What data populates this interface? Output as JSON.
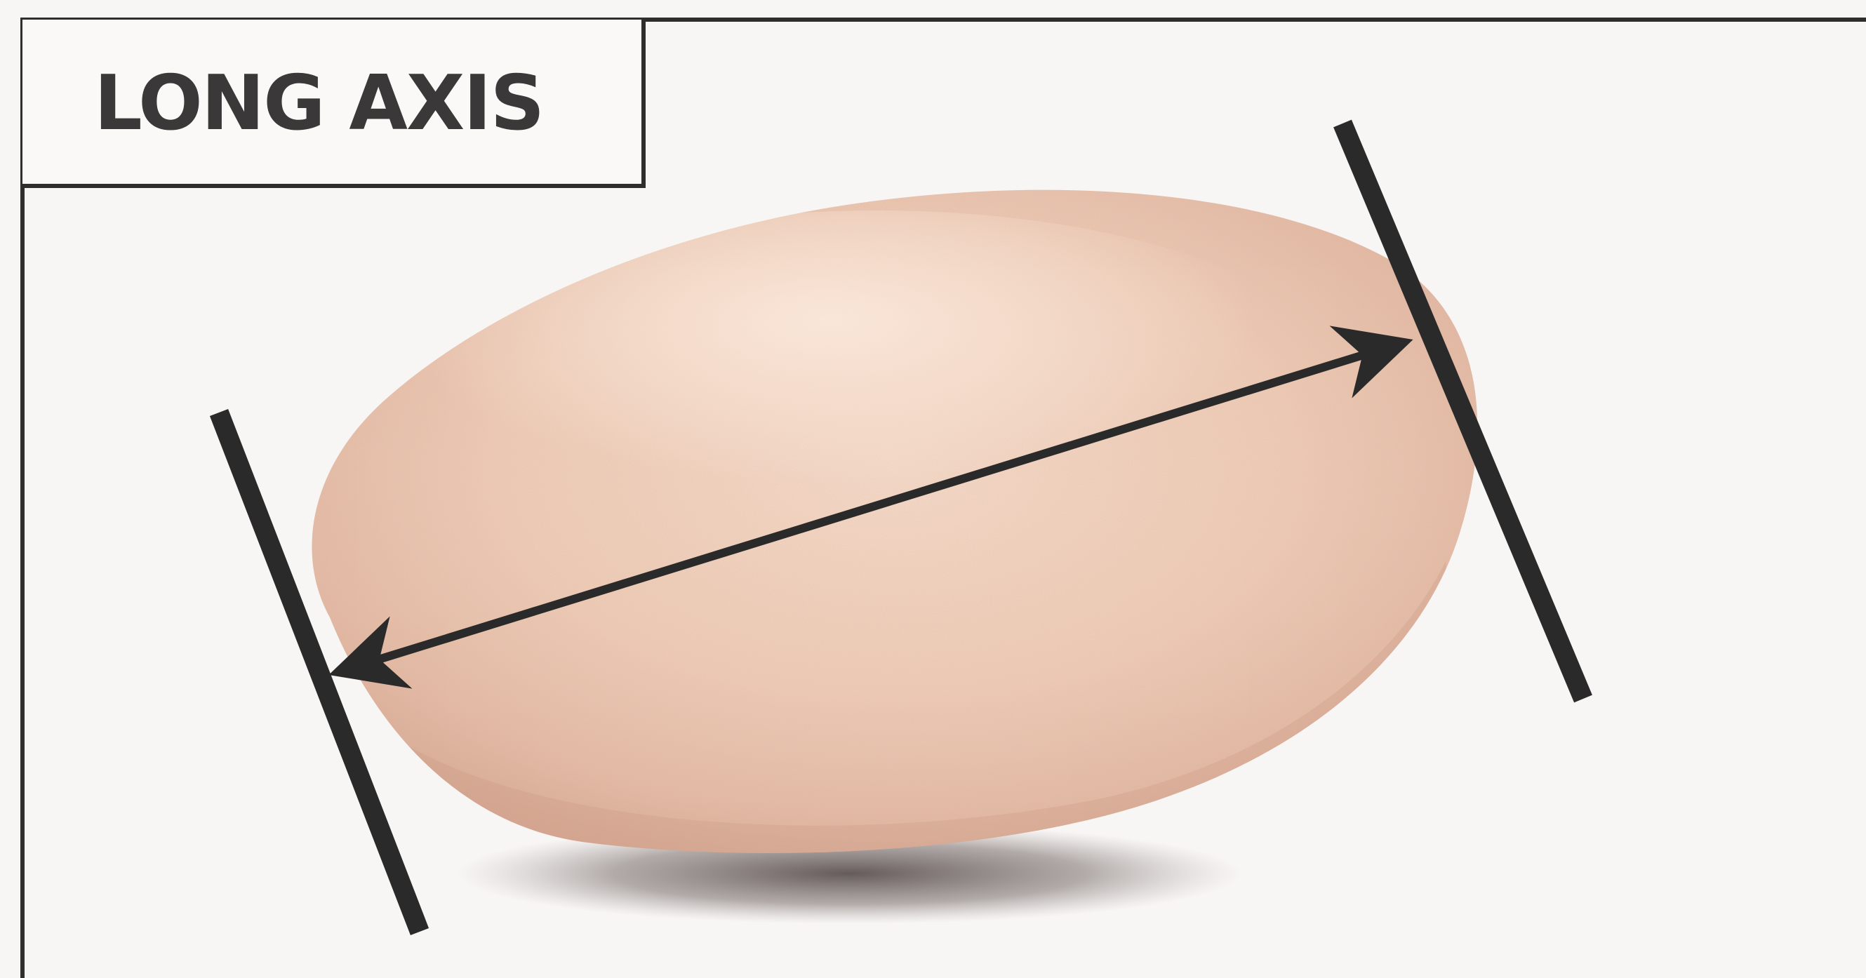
{
  "title": "LONG AXIS",
  "colors": {
    "background": "#f8f6f5",
    "frame": "#2f2d2d",
    "marker": "#2b2a2a",
    "pebble": "#ecc9b4",
    "pebble_shadow": "#7a6d6a"
  },
  "icons": {
    "subject": "pebble-photo",
    "measure": "double-headed-arrow"
  }
}
